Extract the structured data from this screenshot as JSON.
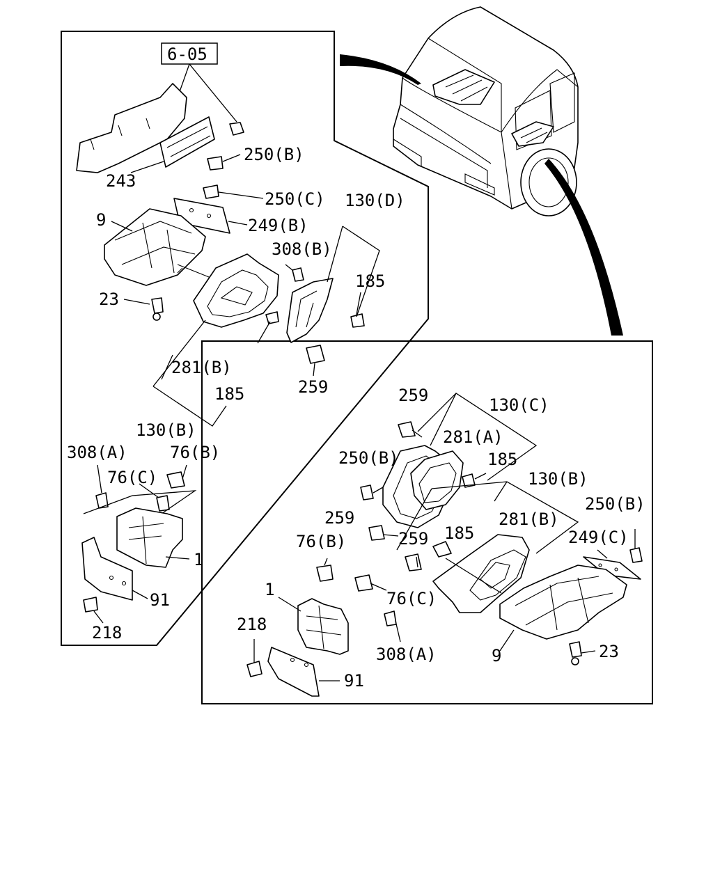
{
  "figure": {
    "reference_box": "6-05",
    "left_panel_callouts": {
      "p243": "243",
      "p250b": "250(B)",
      "p250c": "250(C)",
      "p249b": "249(B)",
      "p9": "9",
      "p130d": "130(D)",
      "p308b": "308(B)",
      "p185a": "185",
      "p23": "23",
      "p281b": "281(B)",
      "p185b": "185",
      "p259": "259",
      "p130b": "130(B)",
      "p308a": "308(A)",
      "p76b": "76(B)",
      "p76c": "76(C)",
      "p1": "1",
      "p91": "91",
      "p218": "218"
    },
    "right_panel_callouts": {
      "p259a": "259",
      "p130c": "130(C)",
      "p281a": "281(A)",
      "p250b1": "250(B)",
      "p185a": "185",
      "p130b": "130(B)",
      "p259b": "259",
      "p281b": "281(B)",
      "p250b2": "250(B)",
      "p185b": "185",
      "p259c": "259",
      "p249c": "249(C)",
      "p76b": "76(B)",
      "p1": "1",
      "p76c": "76(C)",
      "p218": "218",
      "p308a": "308(A)",
      "p9": "9",
      "p23": "23",
      "p91": "91"
    }
  }
}
